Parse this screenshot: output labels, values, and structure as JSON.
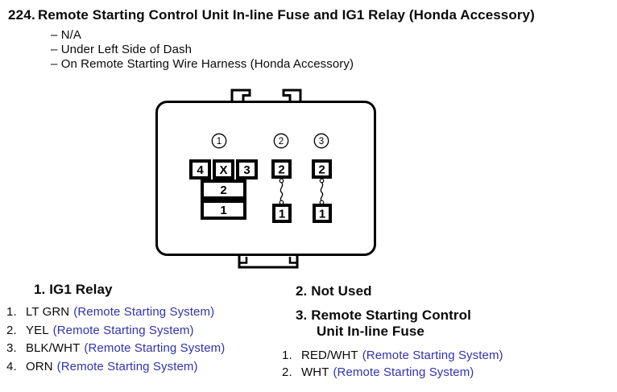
{
  "header": {
    "number": "224.",
    "title": "Remote Starting Control Unit In-line Fuse and IG1 Relay (Honda Accessory)",
    "notes": [
      "– N/A",
      "– Under Left Side of Dash",
      "– On Remote Starting Wire Harness (Honda Accessory)"
    ]
  },
  "diagram": {
    "connector_callouts": [
      "1",
      "2",
      "3"
    ],
    "relay": {
      "pin_top_row": [
        "4",
        "X",
        "3"
      ],
      "pin_mid": "2",
      "pin_bottom": "1"
    },
    "connector2": {
      "pin_top": "2",
      "pin_bottom": "1"
    },
    "connector3": {
      "pin_top": "2",
      "pin_bottom": "1"
    }
  },
  "legend": {
    "left": {
      "heading": "1. IG1 Relay",
      "items": [
        {
          "num": "1.",
          "wire": "LT GRN",
          "system": "(Remote Starting System)"
        },
        {
          "num": "2.",
          "wire": "YEL",
          "system": "(Remote Starting System)"
        },
        {
          "num": "3.",
          "wire": "BLK/WHT",
          "system": "(Remote Starting System)"
        },
        {
          "num": "4.",
          "wire": "ORN",
          "system": "(Remote Starting System)"
        }
      ]
    },
    "right": {
      "heading2": "2. Not Used",
      "heading3_line1": "3. Remote Starting Control",
      "heading3_line2": "Unit In-line Fuse",
      "items": [
        {
          "num": "1.",
          "wire": "RED/WHT",
          "system": "(Remote Starting System)"
        },
        {
          "num": "2.",
          "wire": "WHT",
          "system": "(Remote Starting System)"
        }
      ]
    }
  },
  "colors": {
    "link_blue": "#3232b0",
    "text_black": "#0a0a0a",
    "line_black": "#000000"
  }
}
